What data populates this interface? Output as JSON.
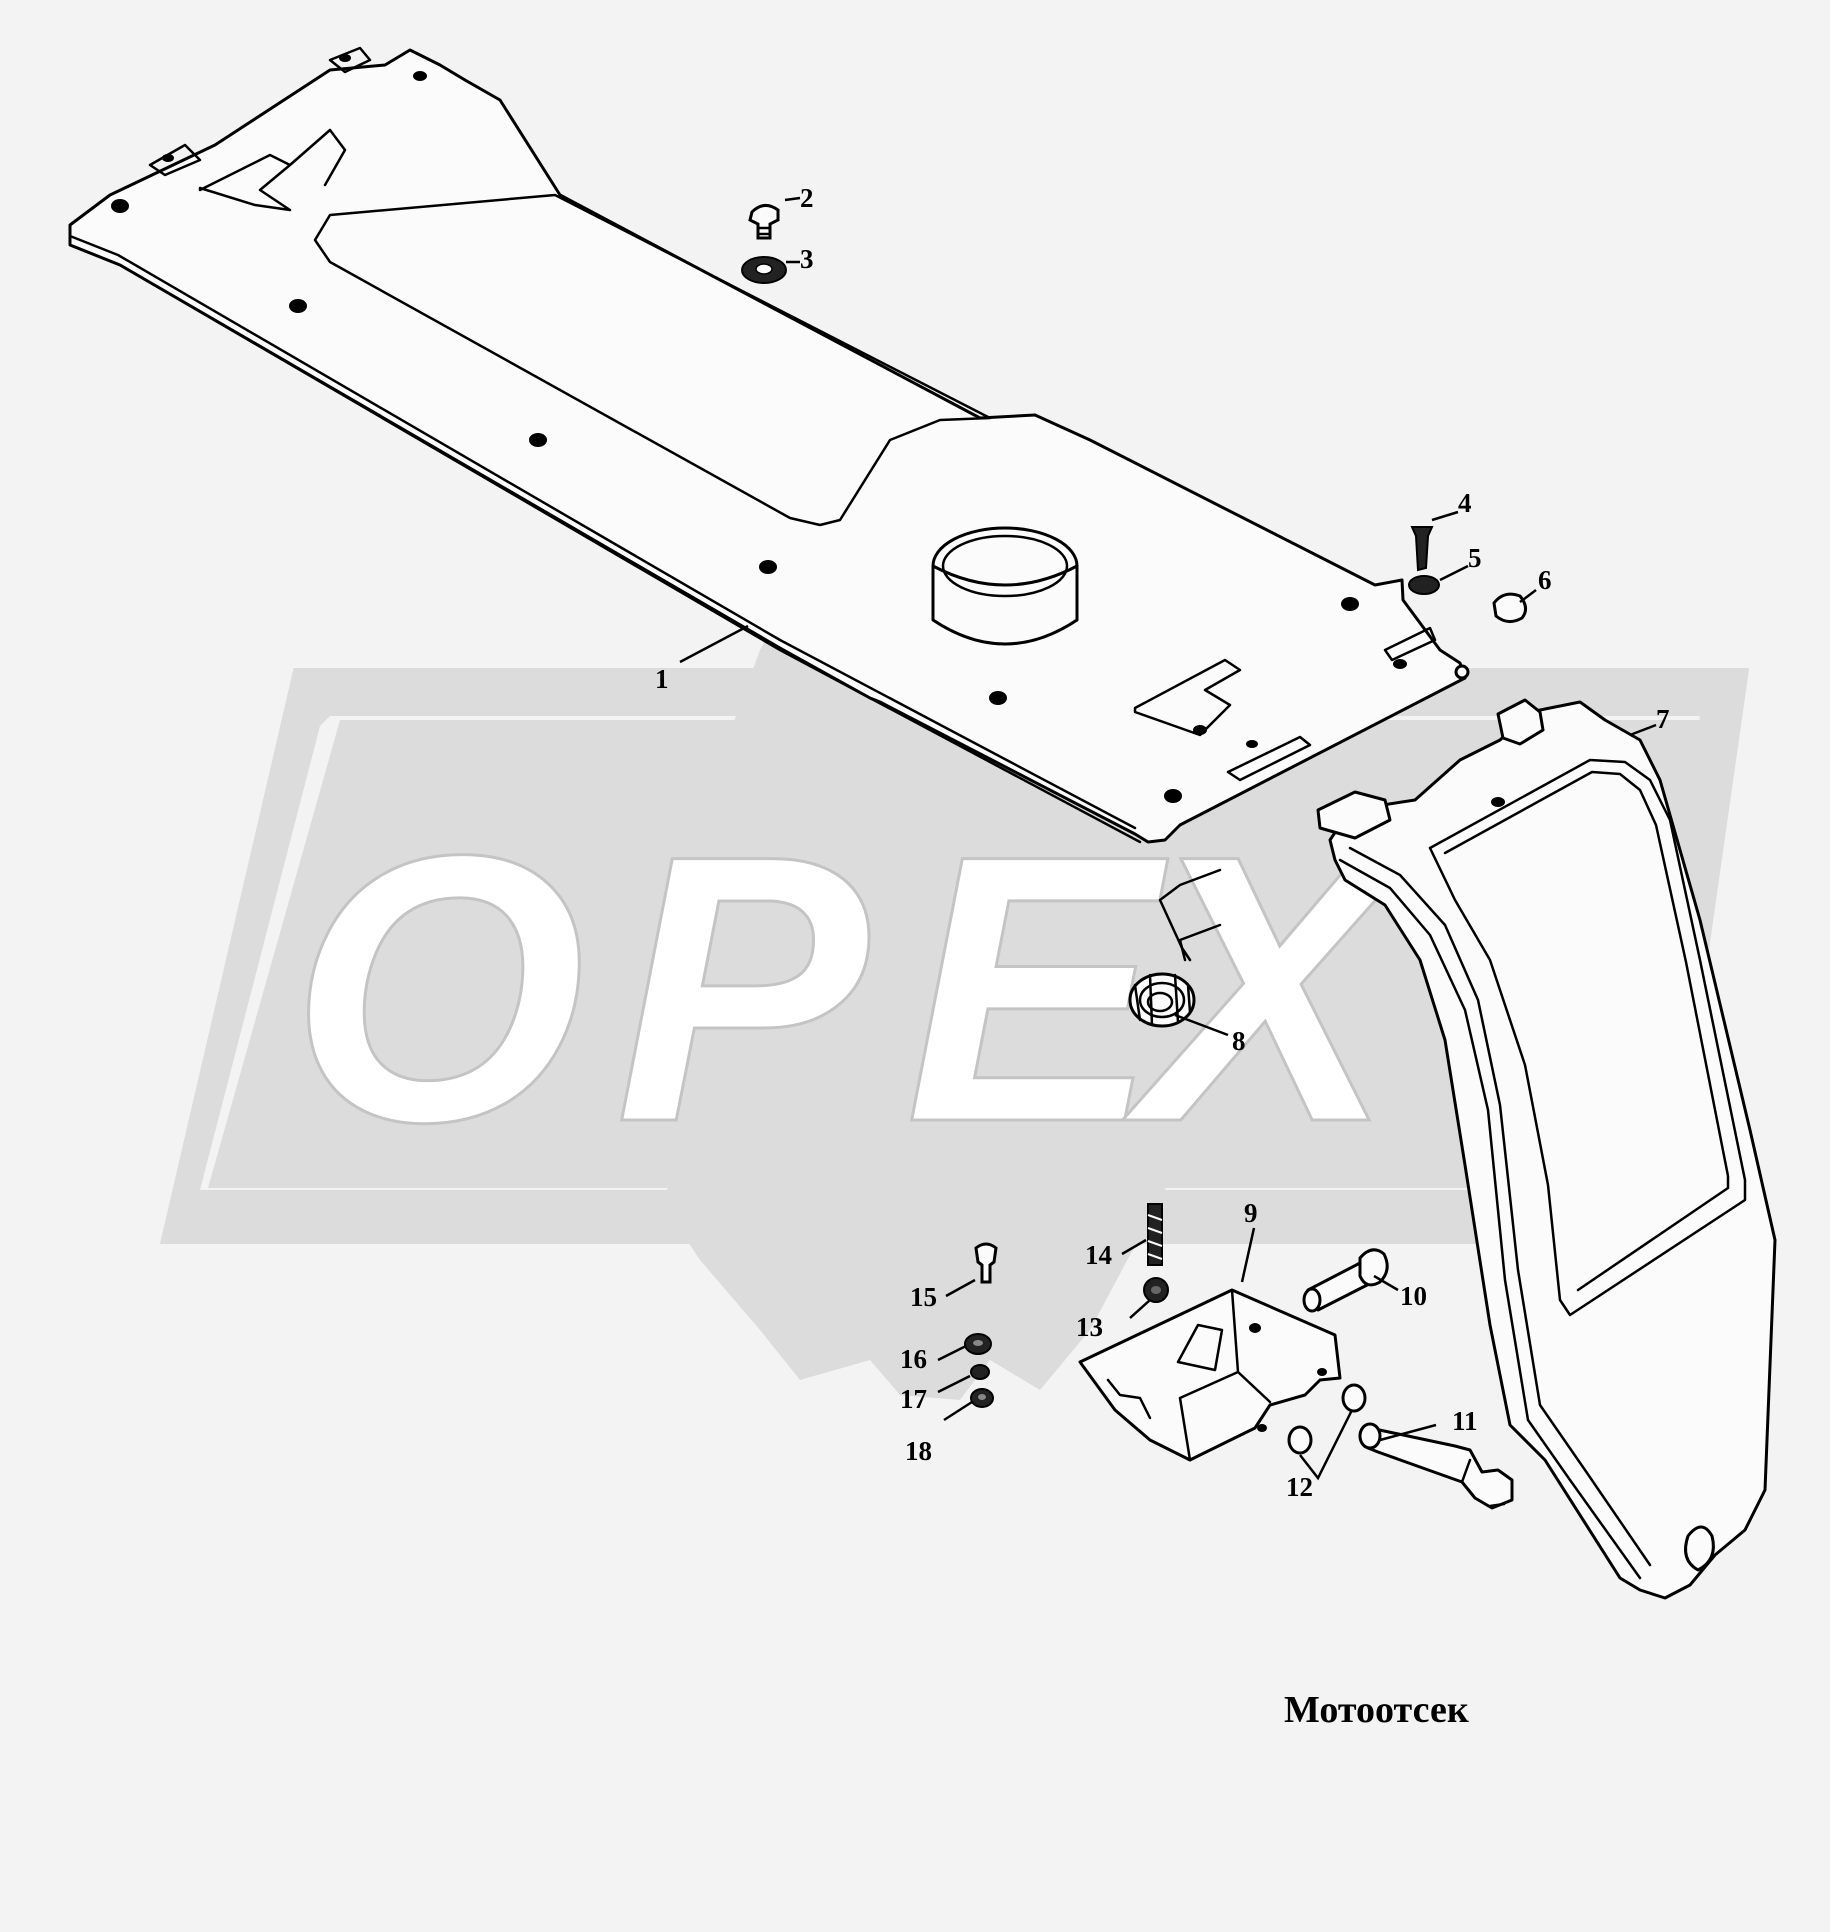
{
  "caption": "Мотоотсек",
  "watermark": {
    "text": "OPEX",
    "color": "#dcdcdc"
  },
  "callouts": [
    {
      "id": 1,
      "label": "1"
    },
    {
      "id": 2,
      "label": "2"
    },
    {
      "id": 3,
      "label": "3"
    },
    {
      "id": 4,
      "label": "4"
    },
    {
      "id": 5,
      "label": "5"
    },
    {
      "id": 6,
      "label": "6"
    },
    {
      "id": 7,
      "label": "7"
    },
    {
      "id": 8,
      "label": "8"
    },
    {
      "id": 9,
      "label": "9"
    },
    {
      "id": 10,
      "label": "10"
    },
    {
      "id": 11,
      "label": "11"
    },
    {
      "id": 12,
      "label": "12"
    },
    {
      "id": 13,
      "label": "13"
    },
    {
      "id": 14,
      "label": "14"
    },
    {
      "id": 15,
      "label": "15"
    },
    {
      "id": 16,
      "label": "16"
    },
    {
      "id": 17,
      "label": "17"
    },
    {
      "id": 18,
      "label": "18"
    }
  ]
}
